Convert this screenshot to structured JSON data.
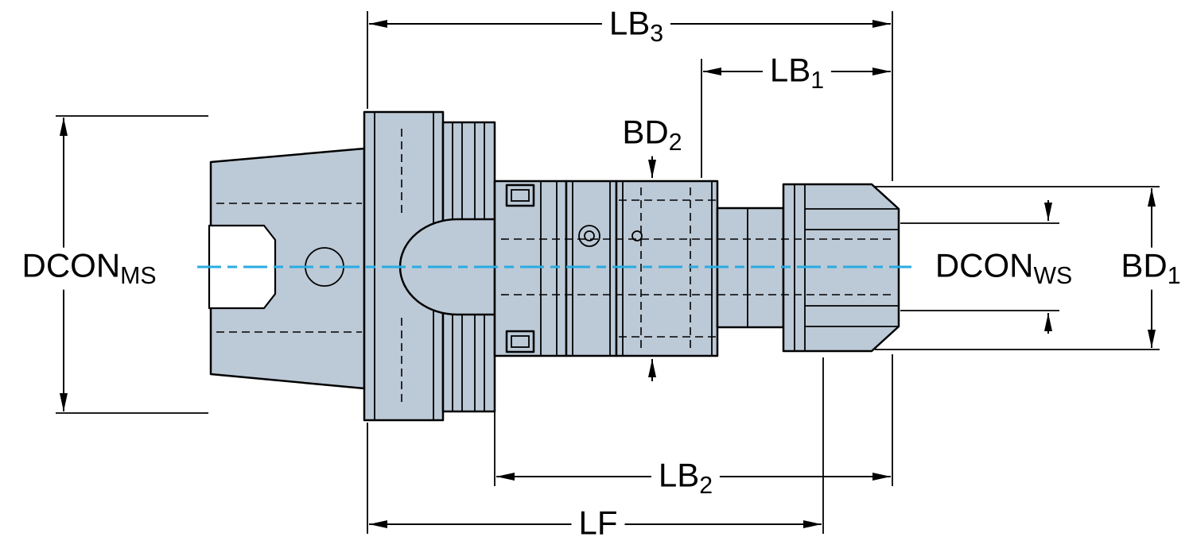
{
  "labels": {
    "lb3": {
      "main": "LB",
      "sub": "3"
    },
    "lb1": {
      "main": "LB",
      "sub": "1"
    },
    "bd2": {
      "main": "BD",
      "sub": "2"
    },
    "dcon_ms": {
      "main": "DCON",
      "sub": "MS"
    },
    "dcon_ws": {
      "main": "DCON",
      "sub": "WS"
    },
    "bd1": {
      "main": "BD",
      "sub": "1"
    },
    "lb2": {
      "main": "LB",
      "sub": "2"
    },
    "lf": {
      "main": "LF",
      "sub": ""
    }
  },
  "colors": {
    "body_fill": "#BCC9D6",
    "outline": "#000000",
    "centerline": "#29ABE2",
    "background": "#FFFFFF"
  }
}
